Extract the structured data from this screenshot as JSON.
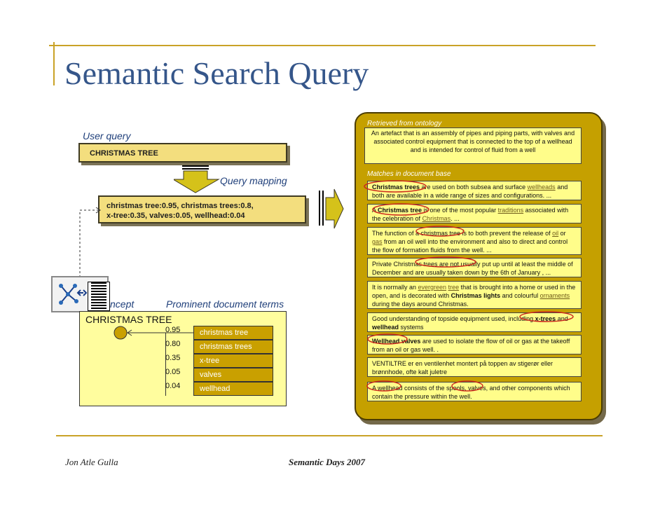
{
  "slide": {
    "title": "Semantic Search Query",
    "user_query_label": "User query",
    "user_query_value": "CHRISTMAS TREE",
    "query_mapping_label": "Query mapping",
    "mapped_line1": "christmas tree:0.95, christmas trees:0.8,",
    "mapped_line2": "x-tree:0.35, valves:0.05, wellhead:0.04",
    "concept_label": "ncept",
    "prominent_label": "Prominent document terms",
    "concept_name": "CHRISTMAS TREE",
    "terms": [
      {
        "score": "0.95",
        "term": "christmas tree"
      },
      {
        "score": "0.80",
        "term": "christmas trees"
      },
      {
        "score": "0.35",
        "term": "x-tree"
      },
      {
        "score": "0.05",
        "term": "valves"
      },
      {
        "score": "0.04",
        "term": "wellhead"
      }
    ],
    "ontology_label": "Retrieved from ontology",
    "ontology_text": "An artefact that is an assembly of pipes and piping parts, with valves and associated control equipment that is connected to the top of a wellhead and is intended for control of fluid from a well",
    "matches_label": "Matches in document base",
    "matches": [
      {
        "hl": "Christmas trees",
        "t1": " are used on both subsea and surface ",
        "u1": "wellheads",
        "t2": " and both are available in a wide range of sizes and configurations. ..."
      },
      {
        "t0": "A ",
        "hl": "Christmas tree",
        "t1": " is one of the most popular ",
        "u1": "traditions",
        "t2": " associated with the celebration of ",
        "u2": "Christmas",
        "t3": ". ..."
      },
      {
        "t0": "The function of a christmas tree is to both prevent the release of ",
        "u1": "oil",
        "t1": " or ",
        "u2": "gas",
        "t2": " from an oil well into the environment and also to direct and control the flow of formation fluids from the well. ..."
      },
      {
        "t0": "Private Christmas trees are not usually put up until at least the middle of December and are usually taken down by the 6th of January , ..."
      },
      {
        "t0": "It is normally an ",
        "u1": "evergreen",
        "t1": " ",
        "u2": "tree",
        "t2": " that is brought into a home or used in the open, and is decorated with ",
        "hl": "Christmas lights",
        "t3": " and colourful ",
        "u3": "ornaments",
        "t4": " during the days around Christmas."
      },
      {
        "t0": "Good understanding of topside equipment used, including ",
        "hl": "x-trees",
        "t1": " and ",
        "hl2": "wellhead",
        "t2": " systems"
      },
      {
        "hl": "Wellhead valves",
        "t1": " are used to isolate the flow of oil or gas at the takeoff from an oil or gas well. ."
      },
      {
        "t0": "VENTILTRE er en ventilenhet montert på toppen av stigerør eller brønnhode, ofte kalt juletre"
      },
      {
        "t0": "A wellhead consists of the spools, valves, and other components which contain the pressure within the well."
      }
    ],
    "footer_left": "Jon Atle Gulla",
    "footer_center": "Semantic Days 2007"
  }
}
